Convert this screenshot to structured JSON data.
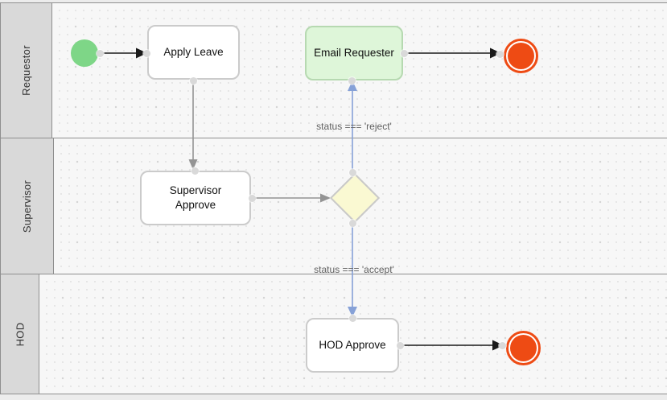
{
  "diagram": {
    "type": "bpmn-swimlane-process",
    "lanes": [
      {
        "label": "Requestor"
      },
      {
        "label": "Supervisor"
      },
      {
        "label": "HOD"
      }
    ],
    "nodes": [
      {
        "id": "start",
        "type": "start-event"
      },
      {
        "id": "apply-leave",
        "type": "task",
        "label": "Apply Leave"
      },
      {
        "id": "email-requester",
        "type": "task",
        "label": "Email Requester"
      },
      {
        "id": "supervisor-approve",
        "type": "task",
        "label": "Supervisor Approve"
      },
      {
        "id": "gateway",
        "type": "exclusive-gateway"
      },
      {
        "id": "hod-approve",
        "type": "task",
        "label": "HOD Approve"
      },
      {
        "id": "end-reject",
        "type": "end-event"
      },
      {
        "id": "end-accept",
        "type": "end-event"
      }
    ],
    "edges": [
      {
        "from": "start",
        "to": "apply-leave",
        "style": "black"
      },
      {
        "from": "apply-leave",
        "to": "supervisor-approve",
        "style": "grey"
      },
      {
        "from": "supervisor-approve",
        "to": "gateway",
        "style": "grey"
      },
      {
        "from": "gateway",
        "to": "email-requester",
        "style": "blue",
        "label": "status === 'reject'"
      },
      {
        "from": "email-requester",
        "to": "end-reject",
        "style": "black"
      },
      {
        "from": "gateway",
        "to": "hod-approve",
        "style": "blue",
        "label": "status === 'accept'"
      },
      {
        "from": "hod-approve",
        "to": "end-accept",
        "style": "black"
      }
    ],
    "colors": {
      "start_event_fill": "#7ed687",
      "end_event_fill": "#ee4b14",
      "task_fill": "#ffffff",
      "task_border": "#cbcbcb",
      "email_task_fill": "#def6d9",
      "email_task_border": "#b6d9b1",
      "gateway_fill": "#faf9d2",
      "gateway_border": "#c9c9c9",
      "edge_black": "#1a1a1a",
      "edge_grey": "#949494",
      "edge_blue": "#86a1d7",
      "edge_label_color": "#606060",
      "lane_header_fill": "#d9d9d9",
      "lane_border": "#8f8f8f",
      "canvas_fill": "#f7f7f7"
    }
  }
}
